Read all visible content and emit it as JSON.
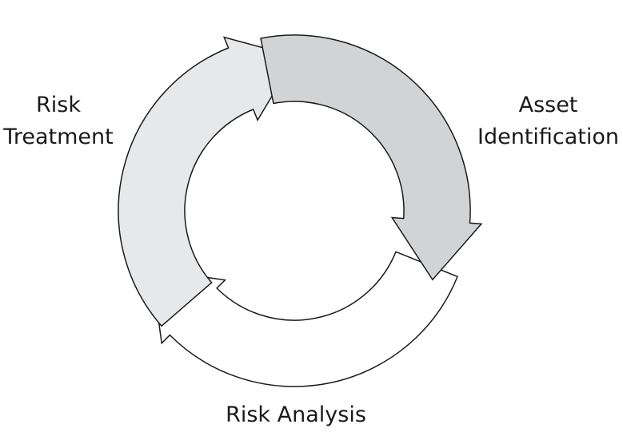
{
  "diagram": {
    "colors": {
      "stroke": "#1a1a1a",
      "asset_arrow_fill": "#d2d3d5",
      "treatment_arrow_fill": "#e7e8e9",
      "analysis_arrow_fill": "#ffffff",
      "background": "#ffffff"
    },
    "labels": {
      "risk_treatment": [
        "Risk",
        "Treatment"
      ],
      "asset_identification": [
        "Asset",
        "Identification"
      ],
      "risk_analysis": "Risk Analysis"
    }
  }
}
